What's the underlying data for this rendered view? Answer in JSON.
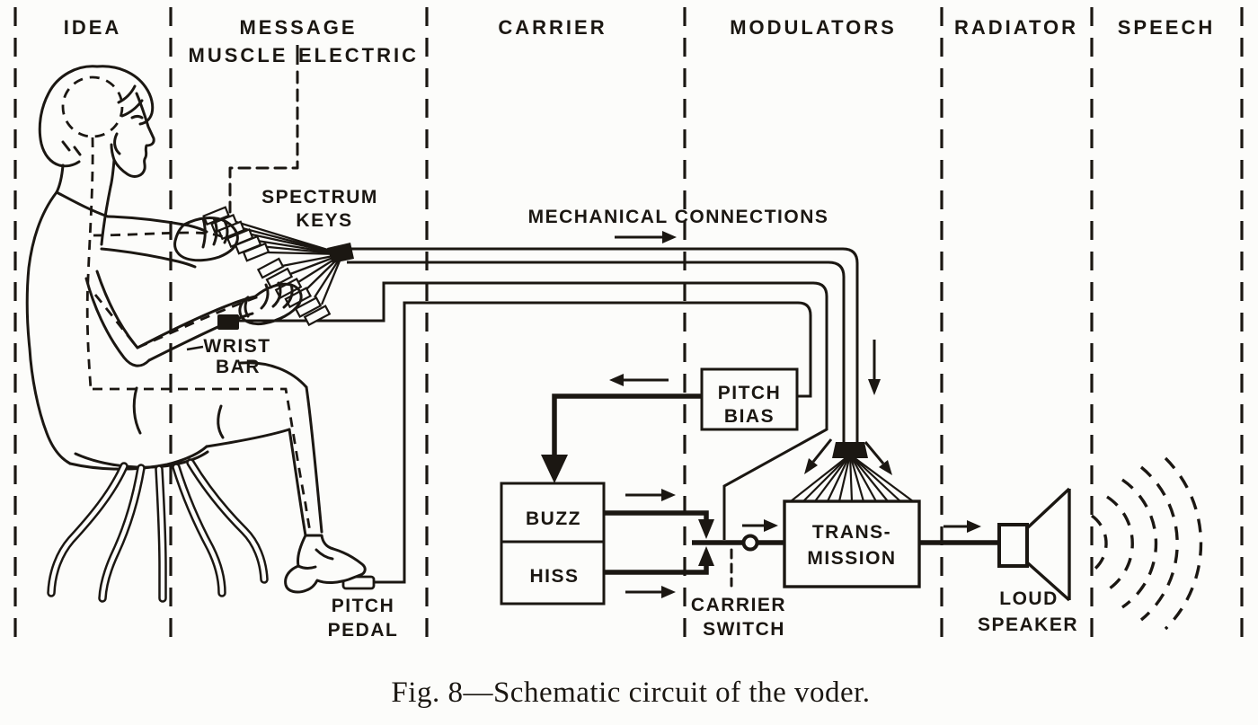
{
  "colors": {
    "ink": "#1b1712",
    "paper": "#fcfcfa"
  },
  "sections": {
    "headers": [
      "IDEA",
      "MESSAGE",
      "CARRIER",
      "MODULATORS",
      "RADIATOR",
      "SPEECH"
    ],
    "message_sub_left": "MUSCLE",
    "message_sub_right": "ELECTRIC"
  },
  "labels": {
    "spectrum_keys_line1": "SPECTRUM",
    "spectrum_keys_line2": "KEYS",
    "mechanical_connections": "MECHANICAL CONNECTIONS",
    "wrist_bar_line1": "WRIST",
    "wrist_bar_line2": "BAR",
    "pitch_pedal_line1": "PITCH",
    "pitch_pedal_line2": "PEDAL",
    "carrier_switch_line1": "CARRIER",
    "carrier_switch_line2": "SWITCH",
    "loud_speaker_line1": "LOUD",
    "loud_speaker_line2": "SPEAKER"
  },
  "boxes": {
    "pitch_bias_line1": "PITCH",
    "pitch_bias_line2": "BIAS",
    "buzz": "BUZZ",
    "hiss": "HISS",
    "transmission_line1": "TRANS-",
    "transmission_line2": "MISSION"
  },
  "caption": "Fig. 8—Schematic circuit of the voder."
}
